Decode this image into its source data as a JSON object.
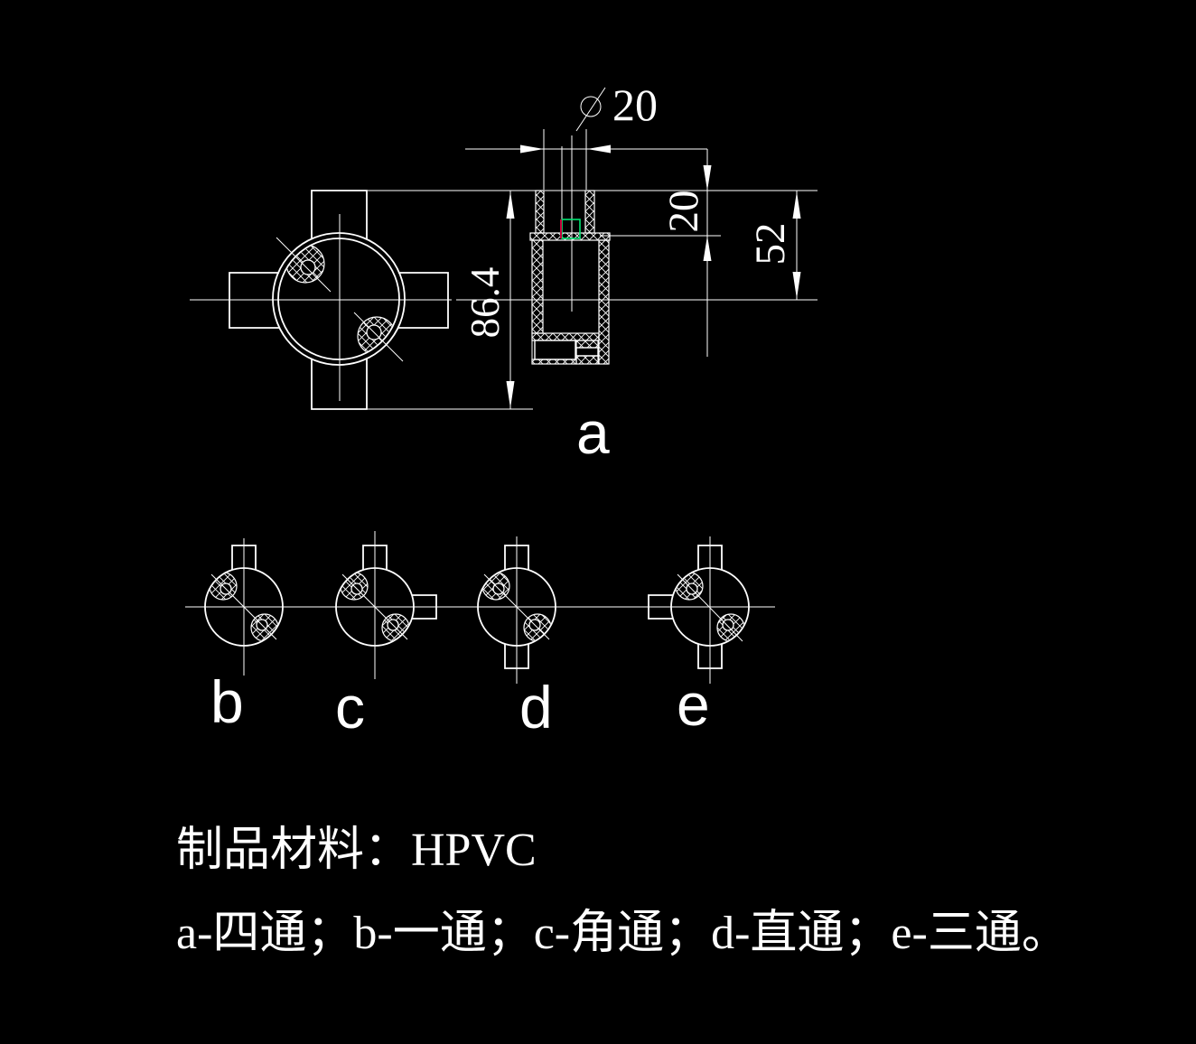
{
  "canvas": {
    "background": "#000000",
    "line_color": "#ffffff"
  },
  "selection": {
    "green": "#00e673",
    "red": "#c8003c"
  },
  "dimensions": {
    "diameter": "20",
    "socket_height": "20",
    "top_to_center": "52",
    "overall_height": "86.4"
  },
  "view_labels": {
    "a": "a",
    "b": "b",
    "c": "c",
    "d": "d",
    "e": "e"
  },
  "notes": {
    "material": "制品材料：HPVC",
    "legend": "a-四通；b-一通；c-角通；d-直通；e-三通。"
  }
}
